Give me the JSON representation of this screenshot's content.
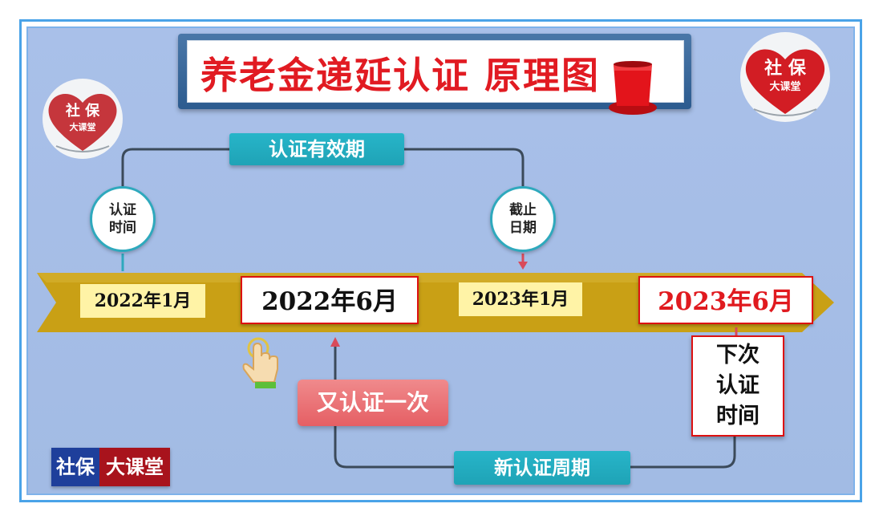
{
  "title": "养老金递延认证 原理图",
  "brand": {
    "heart_top": "社 保",
    "heart_bottom": "大课堂",
    "bottom_left": "社保",
    "bottom_right": "大课堂"
  },
  "labels": {
    "valid_period": "认证有效期",
    "new_cycle": "新认证周期",
    "again": "又认证一次"
  },
  "circles": {
    "cert_time": [
      "认证",
      "时间"
    ],
    "deadline": [
      "截止",
      "日期"
    ]
  },
  "timeline": {
    "dates": [
      "2022年1月",
      "2022年6月",
      "2023年1月",
      "2023年6月"
    ]
  },
  "next_box": [
    "下次",
    "认证",
    "时间"
  ],
  "colors": {
    "title_red": "#e11b22",
    "teal": "#1fa3b6",
    "gold_band": "#c59a10",
    "pink": "#e55f64",
    "background": "#a7bfe7"
  },
  "icons": [
    "heart-logo",
    "hat-icon",
    "pointing-hand-icon",
    "arrow-up-icon",
    "arrow-down-icon"
  ]
}
